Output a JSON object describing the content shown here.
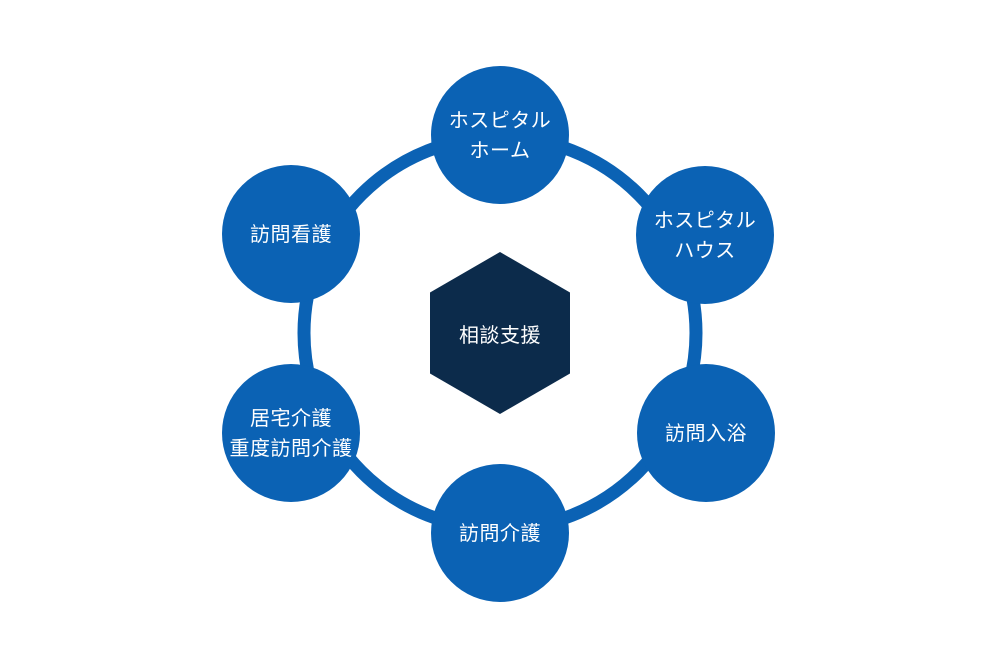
{
  "diagram": {
    "hub": {
      "label": "相談支援"
    },
    "nodes": [
      {
        "label": "ホスピタル\nホーム"
      },
      {
        "label": "ホスピタル\nハウス"
      },
      {
        "label": "訪問入浴"
      },
      {
        "label": "訪問介護"
      },
      {
        "label": "居宅介護\n重度訪問介護"
      },
      {
        "label": "訪問看護"
      }
    ]
  },
  "colors": {
    "node_fill": "#0b62b4",
    "ring": "#0b62b4",
    "hub_fill": "#0c2b4b",
    "text": "#ffffff"
  }
}
